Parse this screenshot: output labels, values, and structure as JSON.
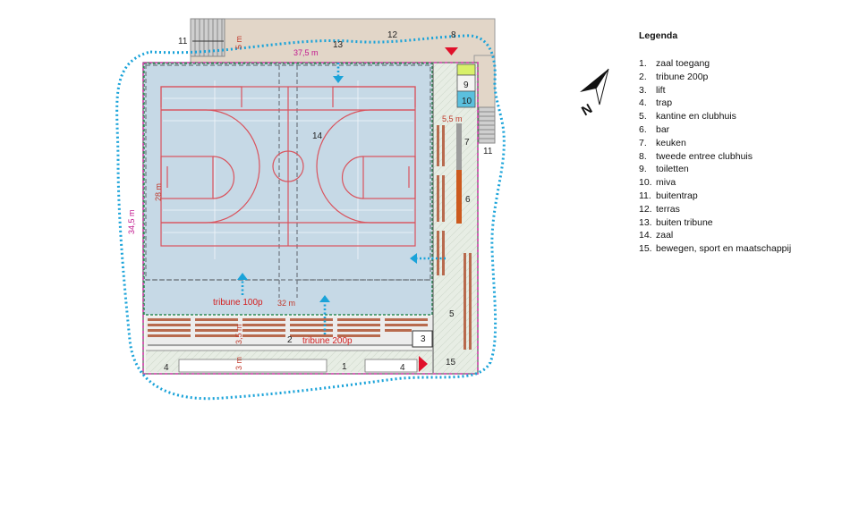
{
  "legend": {
    "title": "Legenda",
    "items": [
      {
        "num": "1.",
        "label": "zaal toegang"
      },
      {
        "num": "2.",
        "label": "tribune 200p"
      },
      {
        "num": "3.",
        "label": "lift"
      },
      {
        "num": "4.",
        "label": "trap"
      },
      {
        "num": "5.",
        "label": "kantine en clubhuis"
      },
      {
        "num": "6.",
        "label": "bar"
      },
      {
        "num": "7.",
        "label": "keuken"
      },
      {
        "num": "8.",
        "label": "tweede entree clubhuis"
      },
      {
        "num": "9.",
        "label": "toiletten"
      },
      {
        "num": "10.",
        "label": "miva"
      },
      {
        "num": "11.",
        "label": "buitentrap"
      },
      {
        "num": "12.",
        "label": "terras"
      },
      {
        "num": "13.",
        "label": "buiten tribune"
      },
      {
        "num": "14.",
        "label": "zaal"
      },
      {
        "num": "15.",
        "label": "bewegen, sport en maatschappij"
      }
    ]
  },
  "plan": {
    "dims": {
      "width_top": "37,5 m",
      "height_left": "34,5 m",
      "court_height": "28 m",
      "court_width": "32 m",
      "terrace_depth": "5 m",
      "side_width": "5,5 m",
      "tribune_depth": "3,5 m",
      "corridor_depth": "3 m"
    },
    "labels": {
      "tribune_small": "tribune 100p",
      "tribune_large": "tribune 200p"
    },
    "numbers": {
      "n1": "1",
      "n2": "2",
      "n3": "3",
      "n4a": "4",
      "n4b": "4",
      "n5": "5",
      "n6": "6",
      "n7": "7",
      "n8": "8",
      "n9": "9",
      "n10": "10",
      "n11a": "11",
      "n11b": "11",
      "n12": "12",
      "n13": "13",
      "n14": "14",
      "n15": "15"
    },
    "compass_letter": "N"
  }
}
